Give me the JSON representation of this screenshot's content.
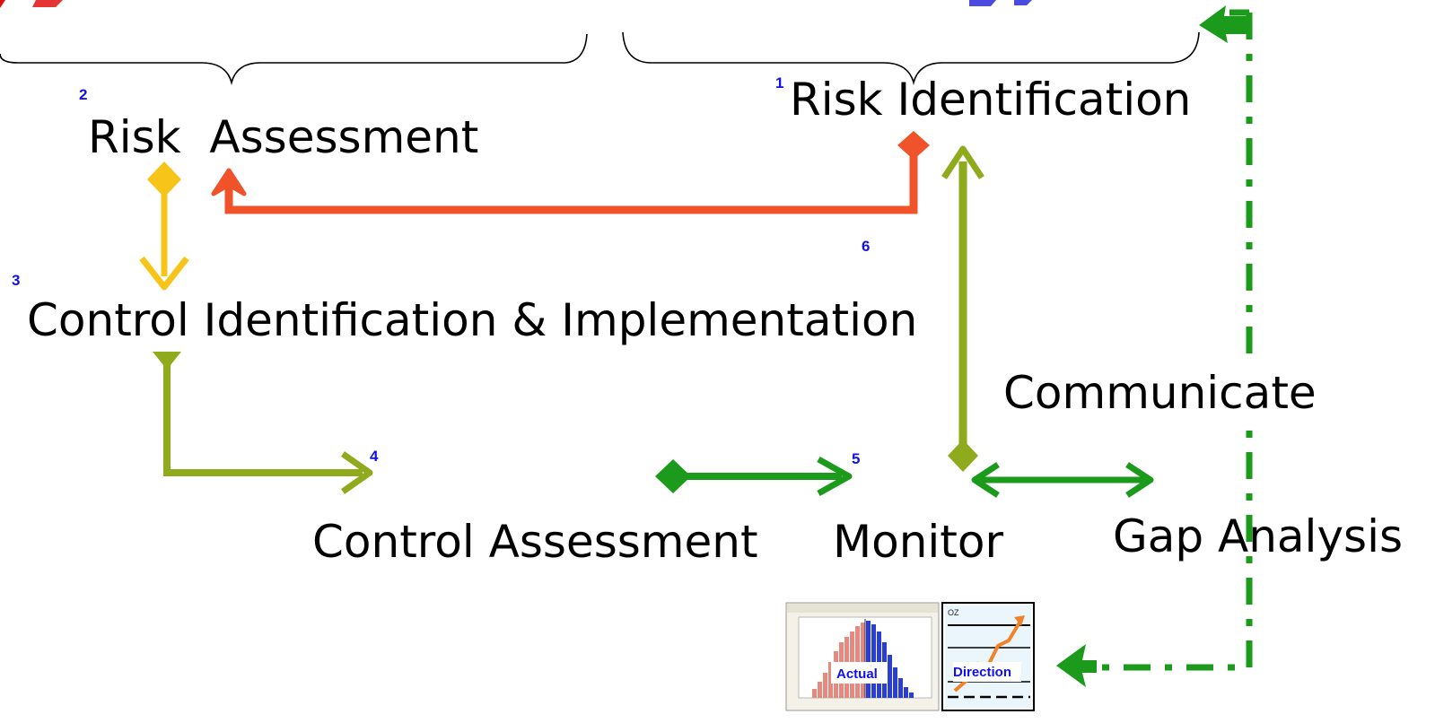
{
  "colors": {
    "red": "#f0522a",
    "yellow": "#f7c51a",
    "olive": "#8faa1c",
    "green": "#1b9a1b",
    "number": "#1010ee"
  },
  "nodes": {
    "risk_identification": {
      "label": "Risk Identification",
      "number": "1"
    },
    "risk_assessment": {
      "label": "Risk  Assessment",
      "number": "2"
    },
    "control_identification": {
      "label": "Control Identification & Implementation",
      "number": "3"
    },
    "control_assessment": {
      "label": "Control Assessment",
      "number": "4"
    },
    "monitor": {
      "label": "Monitor",
      "number": "5"
    },
    "gap_analysis": {
      "label": "Gap Analysis"
    },
    "communicate": {
      "label": "Communicate"
    }
  },
  "loop_number": "6",
  "thumbnails": {
    "actual": {
      "label": "Actual"
    },
    "direction": {
      "label": "Direction",
      "corner_text": "OZ"
    }
  }
}
